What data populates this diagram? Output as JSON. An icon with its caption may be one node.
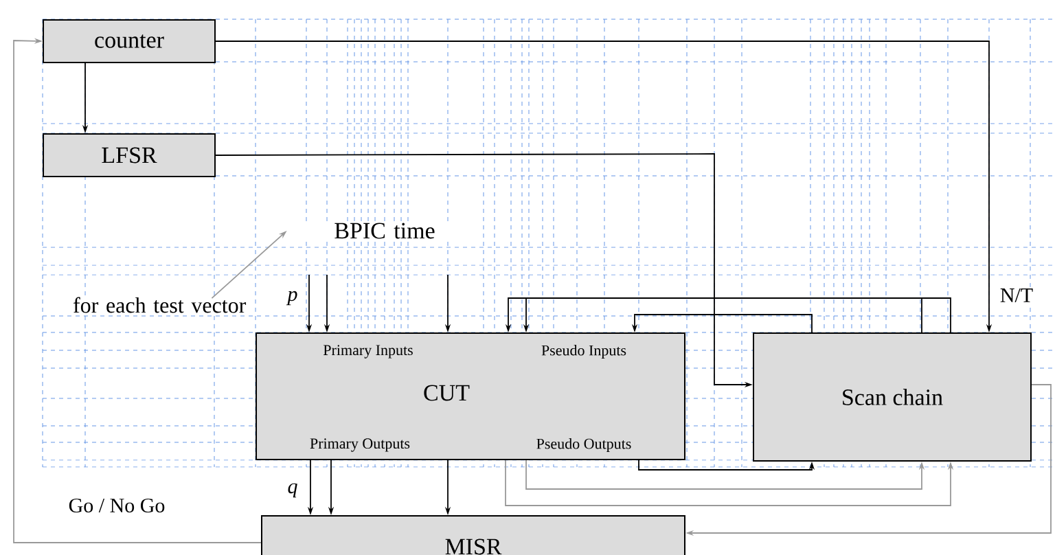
{
  "diagram": {
    "nodes": [
      {
        "text": [
          "counter"
        ]
      },
      {
        "text": [
          "LFSR"
        ]
      },
      {
        "text": [
          "BPIC time"
        ]
      },
      {
        "text": [
          "for each test vector"
        ]
      },
      {
        "text": [
          "Primary Inputs",
          "Pseudo Inputs",
          "CUT",
          "Primary Outputs",
          "Pseudo Outputs"
        ]
      },
      {
        "text": [
          "Scan chain"
        ]
      },
      {
        "text": [
          "MISR"
        ]
      }
    ],
    "edges": [
      {
        "from": 0,
        "to": 1,
        "arrow": "to"
      },
      {
        "from": 0,
        "to": 5,
        "arrow": "to",
        "label": "N/T"
      },
      {
        "from": 1,
        "to": 5,
        "arrow": "to"
      },
      {
        "from": 3,
        "to": 2,
        "arrow": "to",
        "color": "#999999"
      },
      {
        "from": null,
        "to": 4,
        "arrow": "to",
        "label": "p"
      },
      {
        "from": null,
        "to": 4,
        "arrow": "to"
      },
      {
        "from": null,
        "to": 4,
        "arrow": "to"
      },
      {
        "from": 5,
        "to": 4,
        "arrow": "to"
      },
      {
        "from": 5,
        "to": 4,
        "arrow": "to"
      },
      {
        "from": 5,
        "to": 4,
        "arrow": "to"
      },
      {
        "from": 4,
        "to": 6,
        "arrow": "to",
        "label": "q"
      },
      {
        "from": 4,
        "to": 6,
        "arrow": "to"
      },
      {
        "from": 4,
        "to": 6,
        "arrow": "to"
      },
      {
        "from": 4,
        "to": 5,
        "arrow": "to"
      },
      {
        "from": 4,
        "to": 5,
        "arrow": "to",
        "color": "#999999"
      },
      {
        "from": 4,
        "to": 5,
        "arrow": "to",
        "color": "#999999"
      },
      {
        "from": 5,
        "to": 6,
        "arrow": "to",
        "color": "#999999"
      },
      {
        "from": 6,
        "to": 0,
        "arrow": "to",
        "label": "Go / No Go",
        "color": "#999999"
      }
    ]
  }
}
